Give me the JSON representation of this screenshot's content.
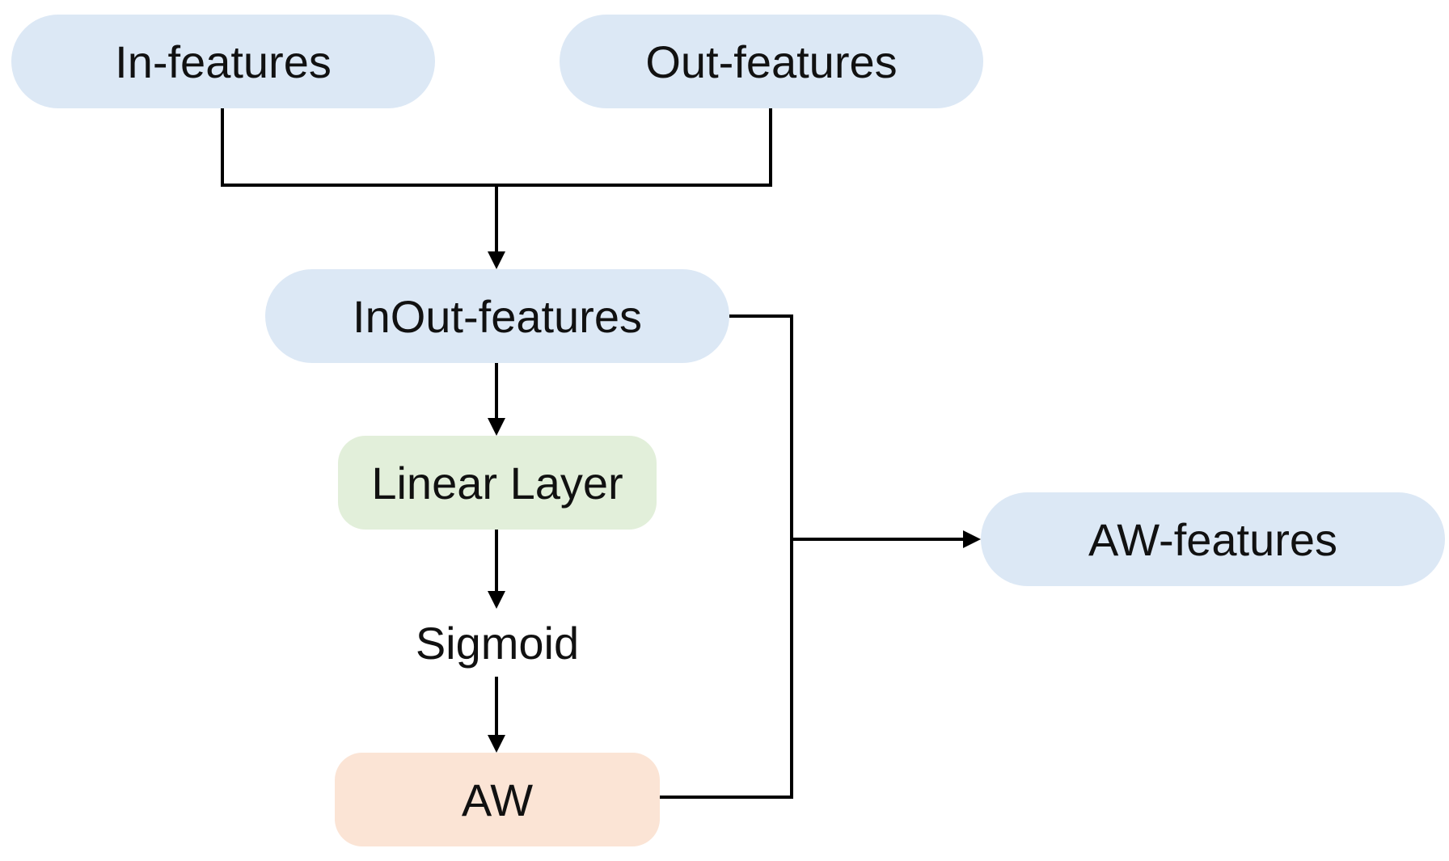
{
  "colors": {
    "feature_fill": "#dce8f5",
    "layer_fill": "#e2efda",
    "aw_fill": "#fbe4d5",
    "connector": "#000000"
  },
  "nodes": {
    "in_features": "In-features",
    "out_features": "Out-features",
    "inout_features": "InOut-features",
    "linear_layer": "Linear Layer",
    "sigmoid": "Sigmoid",
    "aw": "AW",
    "aw_features": "AW-features"
  }
}
